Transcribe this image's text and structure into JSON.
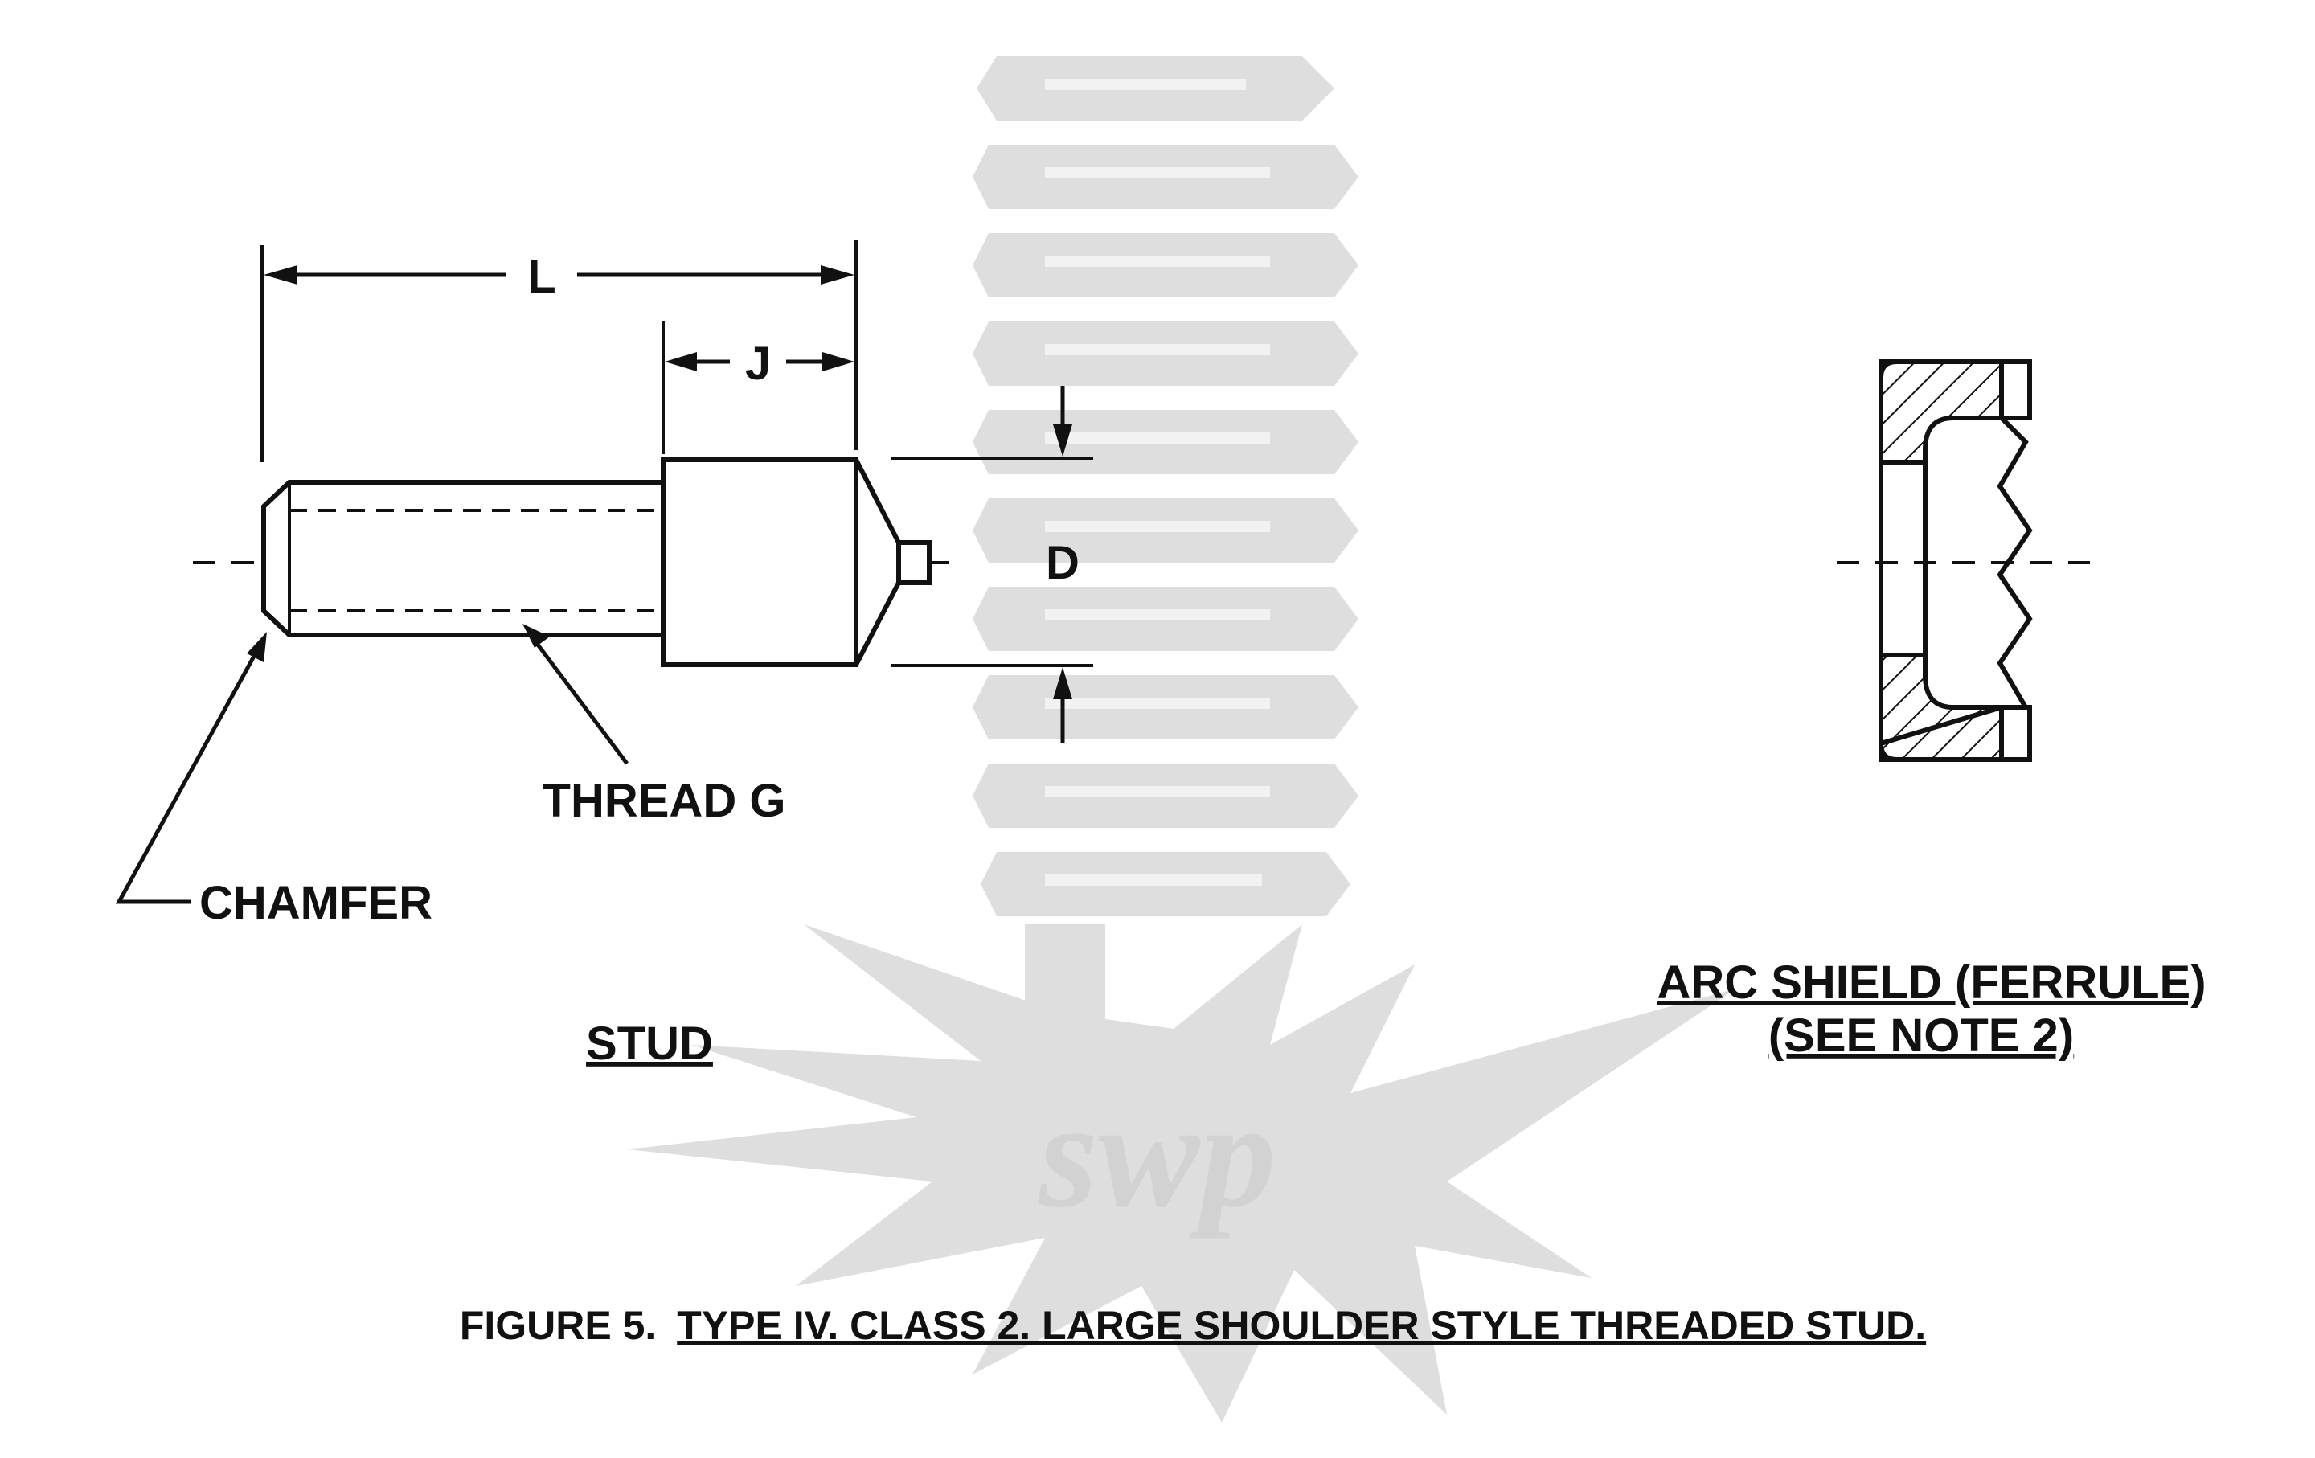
{
  "figure": {
    "caption_prefix": "FIGURE 5.",
    "caption_title": "TYPE IV. CLASS 2. LARGE SHOULDER STYLE THREADED STUD."
  },
  "stud": {
    "label": "STUD",
    "dim_length": "L",
    "dim_shoulder": "J",
    "dim_diameter": "D",
    "thread_label": "THREAD G",
    "chamfer_label": "CHAMFER"
  },
  "ferrule": {
    "title": "ARC SHIELD (FERRULE)",
    "note": "(SEE NOTE 2)"
  },
  "watermark": {
    "logo_text": "swp"
  },
  "colors": {
    "ink": "#111111",
    "watermark": "#dedede",
    "background": "#ffffff"
  }
}
